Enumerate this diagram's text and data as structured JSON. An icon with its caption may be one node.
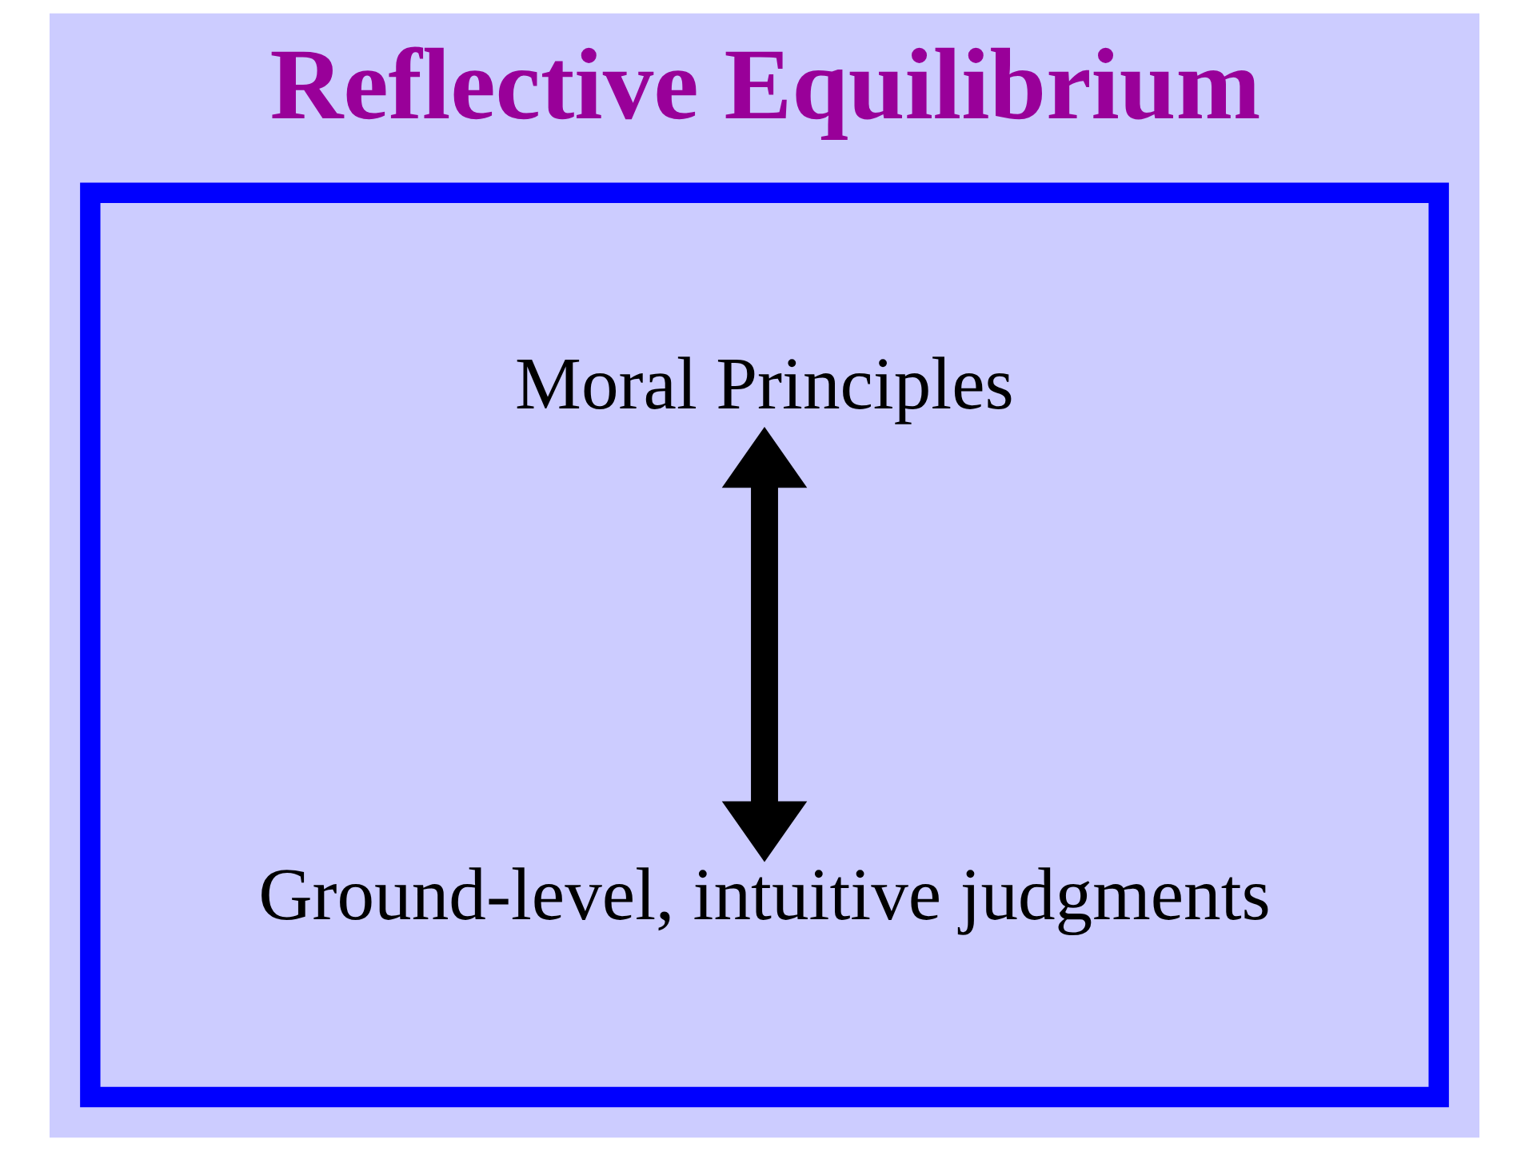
{
  "diagram": {
    "title": "Reflective Equilibrium",
    "nodes": [
      {
        "text": [],
        "shape": "box"
      },
      {
        "text": [
          "Moral Principles"
        ],
        "in": 0
      },
      {
        "text": [
          "Ground-level, intuitive judgments"
        ],
        "in": 0
      }
    ],
    "edges": [
      {
        "from": 1,
        "to": 2,
        "arrow": "both"
      }
    ]
  }
}
